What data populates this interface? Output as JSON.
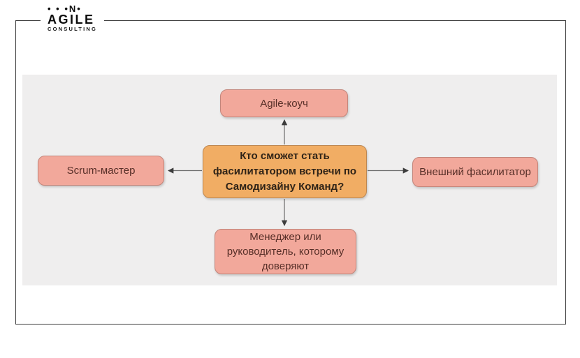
{
  "logo": {
    "dots": "• • •N•",
    "title": "AGILE",
    "subtitle": "CONSULTING"
  },
  "diagram": {
    "center": {
      "label": "Кто сможет стать фасилитатором встречи по Самодизайну Команд?"
    },
    "top": {
      "label": "Agile-коуч"
    },
    "left": {
      "label": "Scrum-мастер"
    },
    "right": {
      "label": "Внешний фасилитатор"
    },
    "bottom": {
      "label": "Менеджер или руководитель, которому доверяют"
    }
  },
  "colors": {
    "center_fill": "#f1ad64",
    "center_border": "#bd8751",
    "center_text": "#2f2317",
    "node_fill": "#f2a89b",
    "node_border": "#c3857a",
    "node_text": "#572f28",
    "canvas": "#efeeee",
    "frame": "#3e3e3e",
    "arrow": "#5a5a5a"
  }
}
